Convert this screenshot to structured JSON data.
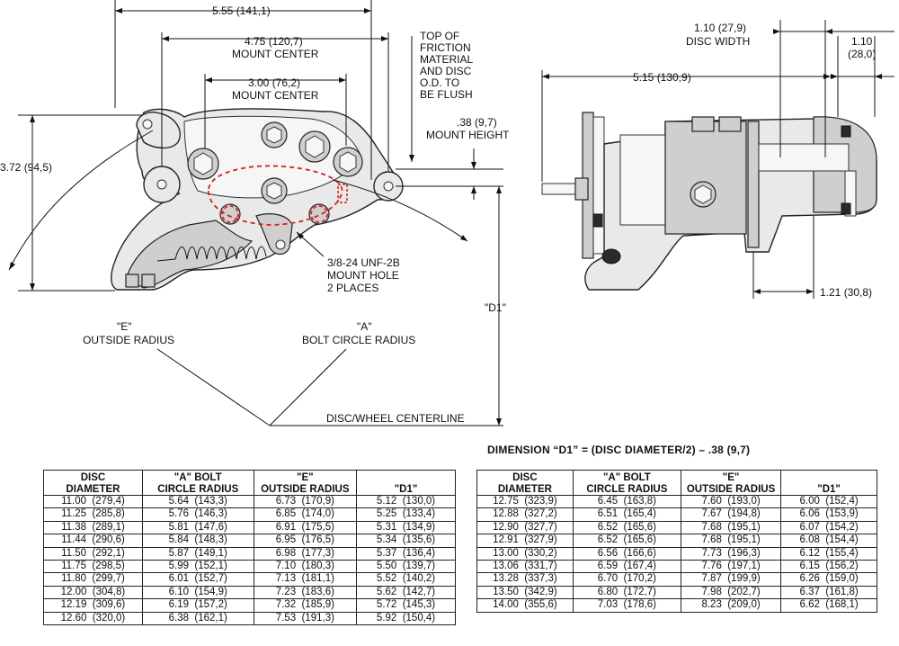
{
  "dimensions": {
    "overall_width": "5.55 (141,1)",
    "mount_center_outer_value": "4.75 (120,7)",
    "mount_center_outer_label": "MOUNT CENTER",
    "mount_center_inner_value": "3.00 (76,2)",
    "mount_center_inner_label": "MOUNT CENTER",
    "top_note": [
      "TOP OF",
      "FRICTION",
      "MATERIAL",
      "AND DISC",
      "O.D. TO",
      "BE FLUSH"
    ],
    "mount_height_value": ".38 (9,7)",
    "mount_height_label": "MOUNT HEIGHT",
    "overall_height": "3.72 (94,5)",
    "mount_hole": [
      "3/8-24 UNF-2B",
      "MOUNT HOLE",
      "2 PLACES"
    ],
    "d1_label": "\"D1\"",
    "e_label": [
      "\"E\"",
      "OUTSIDE RADIUS"
    ],
    "a_label": [
      "\"A\"",
      "BOLT CIRCLE RADIUS"
    ],
    "centerline_label": "DISC/WHEEL CENTERLINE",
    "disc_width_value": "1.10 (27,9)",
    "disc_width_label": "DISC WIDTH",
    "side_width_value": [
      "1.10",
      "(28,0)"
    ],
    "side_length": "5.15 (130,9)",
    "side_depth": "1.21 (30,8)"
  },
  "formula": "DIMENSION “D1” = (DISC DIAMETER/2) – .38 (9,7)",
  "table": {
    "headers": [
      "DISC\nDIAMETER",
      "\"A\" BOLT\nCIRCLE RADIUS",
      "\"E\"\nOUTSIDE RADIUS",
      "\"D1\""
    ],
    "left_rows": [
      [
        "11.00  (279,4)",
        "5.64  (143,3)",
        "6.73  (170,9)",
        "5.12  (130,0)"
      ],
      [
        "11.25  (285,8)",
        "5.76  (146,3)",
        "6.85  (174,0)",
        "5.25  (133,4)"
      ],
      [
        "11.38  (289,1)",
        "5.81  (147,6)",
        "6.91  (175,5)",
        "5.31  (134,9)"
      ],
      [
        "11.44  (290,6)",
        "5.84  (148,3)",
        "6.95  (176,5)",
        "5.34  (135,6)"
      ],
      [
        "11.50  (292,1)",
        "5.87  (149,1)",
        "6.98  (177,3)",
        "5.37  (136,4)"
      ],
      [
        "11.75  (298,5)",
        "5.99  (152,1)",
        "7.10  (180,3)",
        "5.50  (139,7)"
      ],
      [
        "11.80  (299,7)",
        "6.01  (152,7)",
        "7.13  (181,1)",
        "5.52  (140,2)"
      ],
      [
        "12.00  (304,8)",
        "6.10  (154,9)",
        "7.23  (183,6)",
        "5.62  (142,7)"
      ],
      [
        "12.19  (309,6)",
        "6.19  (157,2)",
        "7.32  (185,9)",
        "5.72  (145,3)"
      ],
      [
        "12.60  (320,0)",
        "6.38  (162,1)",
        "7.53  (191,3)",
        "5.92  (150,4)"
      ]
    ],
    "right_rows": [
      [
        "12.75  (323,9)",
        "6.45  (163,8)",
        "7.60  (193,0)",
        "6.00  (152,4)"
      ],
      [
        "12.88  (327,2)",
        "6.51  (165,4)",
        "7.67  (194,8)",
        "6.06  (153,9)"
      ],
      [
        "12.90  (327,7)",
        "6.52  (165,6)",
        "7.68  (195,1)",
        "6.07  (154,2)"
      ],
      [
        "12.91  (327,9)",
        "6.52  (165,6)",
        "7.68  (195,1)",
        "6.08  (154,4)"
      ],
      [
        "13.00  (330,2)",
        "6.56  (166,6)",
        "7.73  (196,3)",
        "6.12  (155,4)"
      ],
      [
        "13.06  (331,7)",
        "6.59  (167,4)",
        "7.76  (197,1)",
        "6.15  (156,2)"
      ],
      [
        "13.28  (337,3)",
        "6.70  (170,2)",
        "7.87  (199,9)",
        "6.26  (159,0)"
      ],
      [
        "13.50  (342,9)",
        "6.80  (172,7)",
        "7.98  (202,7)",
        "6.37  (161,8)"
      ],
      [
        "14.00  (355,6)",
        "7.03  (178,6)",
        "8.23  (209,0)",
        "6.62  (168,1)"
      ]
    ]
  },
  "colors": {
    "line": "#111111",
    "bolt_circle": "#d42020",
    "part_fill": "#e9e9e9"
  }
}
